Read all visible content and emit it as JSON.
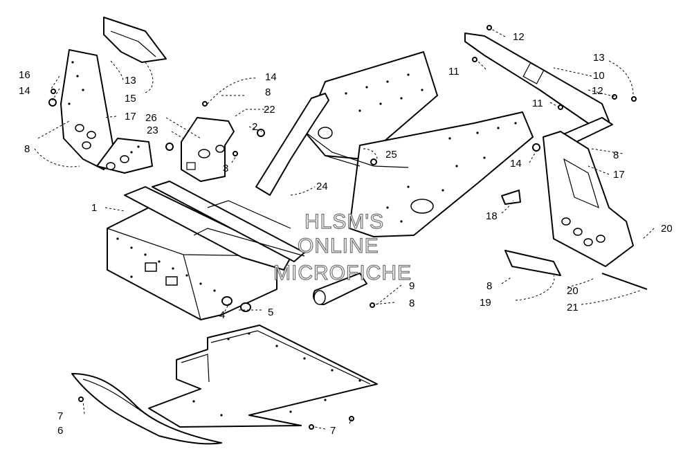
{
  "diagram": {
    "type": "exploded-parts-view",
    "callouts": [
      "1",
      "2",
      "3",
      "4",
      "5",
      "6",
      "7",
      "8",
      "9",
      "10",
      "11",
      "12",
      "13",
      "14",
      "15",
      "16",
      "17",
      "18",
      "19",
      "20",
      "21",
      "22",
      "23",
      "24",
      "25",
      "26"
    ],
    "watermark": [
      "HLSM'S",
      "ONLINE",
      "MICROFICHE"
    ]
  }
}
